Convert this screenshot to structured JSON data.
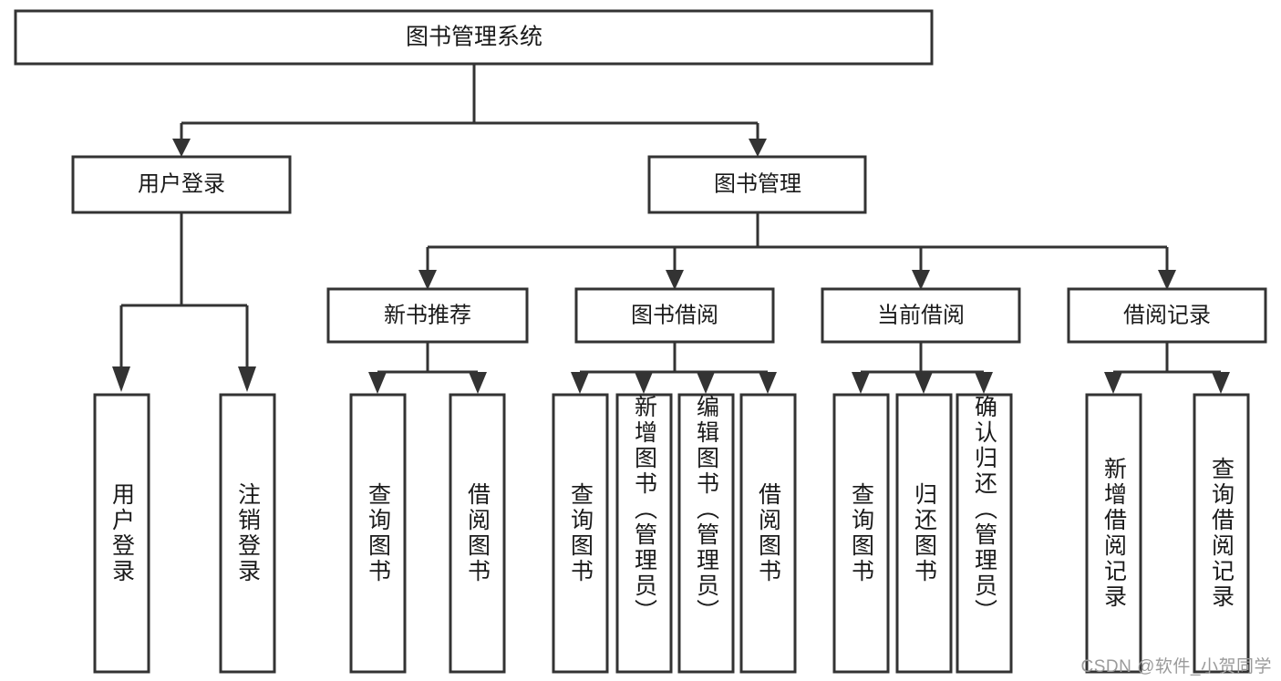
{
  "diagram": {
    "title": "图书管理系统",
    "type": "tree-hierarchy-chart",
    "root": {
      "label": "图书管理系统"
    },
    "level2": [
      {
        "label": "用户登录"
      },
      {
        "label": "图书管理"
      }
    ],
    "level3": [
      {
        "label": "新书推荐"
      },
      {
        "label": "图书借阅"
      },
      {
        "label": "当前借阅"
      },
      {
        "label": "借阅记录"
      }
    ],
    "leaves": [
      {
        "label": "用户登录",
        "parent": "用户登录"
      },
      {
        "label": "注销登录",
        "parent": "用户登录"
      },
      {
        "label": "查询图书",
        "parent": "新书推荐"
      },
      {
        "label": "借阅图书",
        "parent": "新书推荐"
      },
      {
        "label": "查询图书",
        "parent": "图书借阅"
      },
      {
        "label": "新增图书（管理员）",
        "parent": "图书借阅"
      },
      {
        "label": "编辑图书（管理员）",
        "parent": "图书借阅"
      },
      {
        "label": "借阅图书",
        "parent": "图书借阅"
      },
      {
        "label": "查询图书",
        "parent": "当前借阅"
      },
      {
        "label": "归还图书",
        "parent": "当前借阅"
      },
      {
        "label": "确认归还（管理员）",
        "parent": "当前借阅"
      },
      {
        "label": "新增借阅记录",
        "parent": "借阅记录"
      },
      {
        "label": "查询借阅记录",
        "parent": "借阅记录"
      }
    ]
  },
  "watermark": {
    "text": "CSDN @软件_小贺同学"
  },
  "colors": {
    "stroke": "#333333",
    "fill": "#ffffff",
    "text": "#1a1a1a",
    "watermark": "#9b9b9b"
  }
}
